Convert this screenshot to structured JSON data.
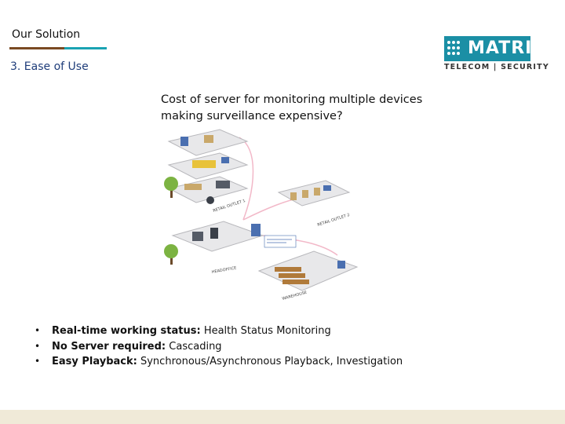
{
  "header": {
    "title": "Our Solution",
    "section": "3. Ease of Use"
  },
  "logo": {
    "wordmark": "MATRIX",
    "tagline": "TELECOM | SECURITY",
    "color": "#1b8fa5"
  },
  "question": "Cost of server for monitoring multiple devices making surveillance expensive?",
  "illustration": {
    "labels": [
      "RETAIL OUTLET 1",
      "RETAIL OUTLET 2",
      "HEADOFFICE",
      "WAREHOUSE"
    ]
  },
  "bullets": [
    {
      "bold": "Real-time working status:",
      "text": " Health Status Monitoring"
    },
    {
      "bold": "No Server required:",
      "text": " Cascading"
    },
    {
      "bold": "Easy Playback:",
      "text": " Synchronous/Asynchronous Playback, Investigation"
    }
  ],
  "colors": {
    "section_title": "#1f3d7a",
    "rule_brown": "#7a4a22",
    "rule_teal": "#1aa3b3",
    "footer_band": "#f0ead8"
  }
}
